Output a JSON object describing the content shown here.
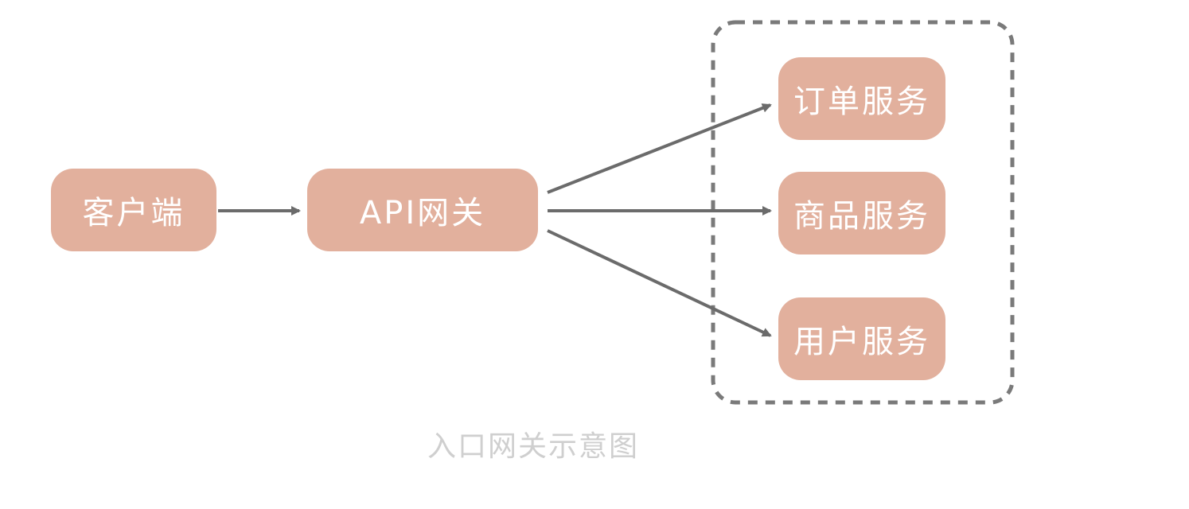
{
  "nodes": {
    "client": "客户端",
    "gateway": "API网关",
    "order_service": "订单服务",
    "product_service": "商品服务",
    "user_service": "用户服务"
  },
  "caption": "入口网关示意图",
  "colors": {
    "node_fill": "#e2b09d",
    "node_text": "#ffffff",
    "arrow": "#6b6b6b",
    "group_border": "#7a7a7a",
    "caption": "#cfcfcf"
  }
}
